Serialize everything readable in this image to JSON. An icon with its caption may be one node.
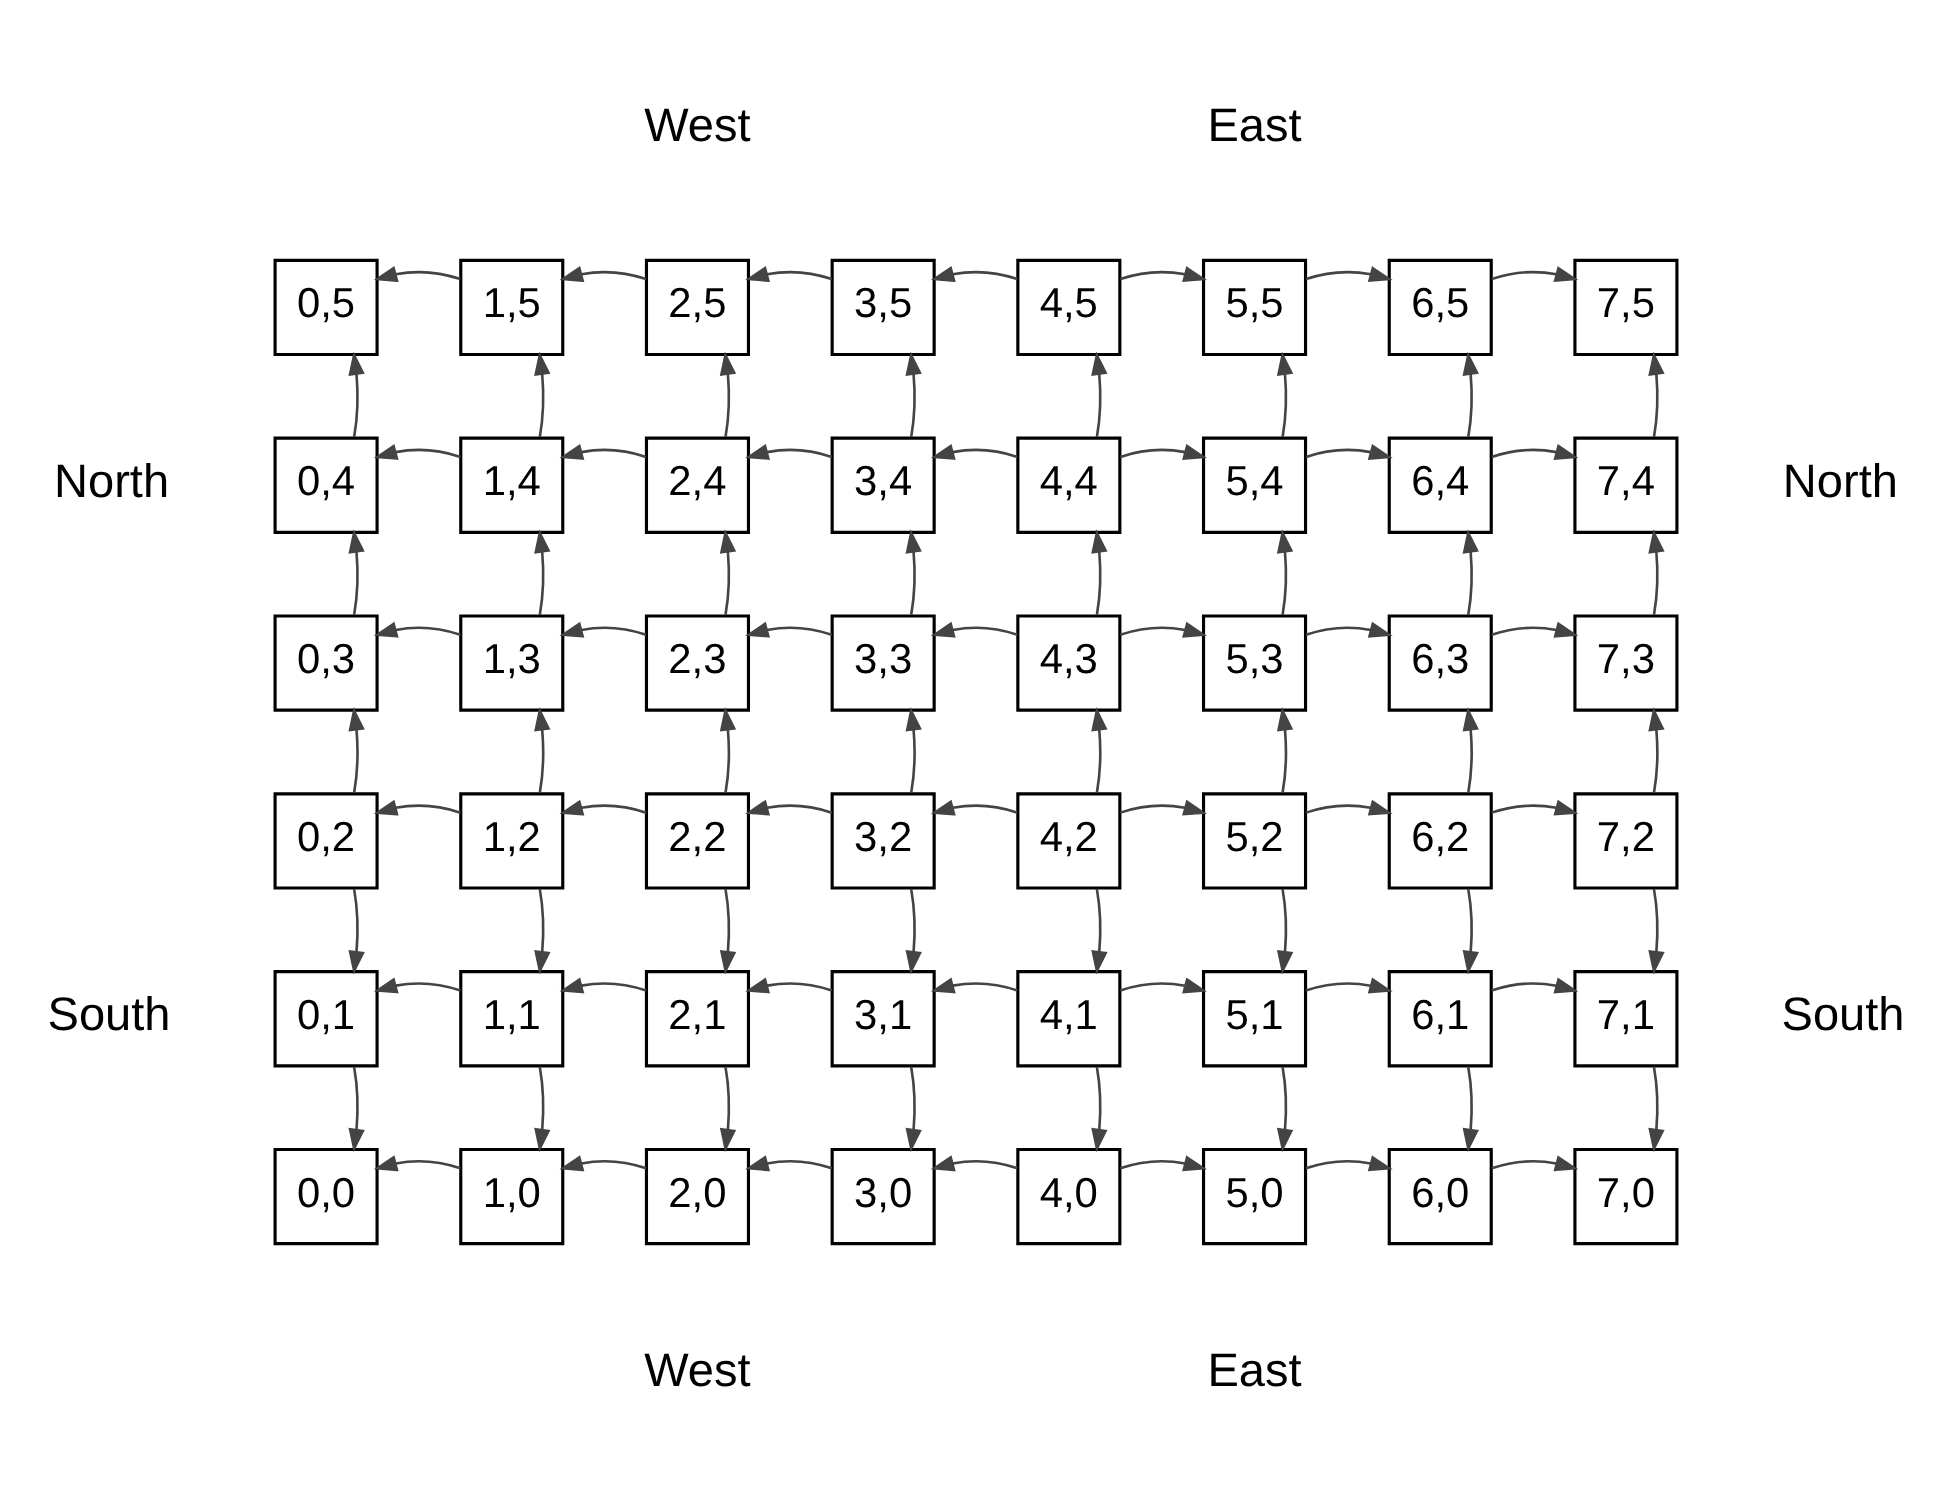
{
  "diagram": {
    "nodes": [
      {
        "text": [
          "0,5"
        ]
      },
      {
        "text": [
          "1,5"
        ]
      },
      {
        "text": [
          "2,5"
        ]
      },
      {
        "text": [
          "3,5"
        ]
      },
      {
        "text": [
          "4,5"
        ]
      },
      {
        "text": [
          "5,5"
        ]
      },
      {
        "text": [
          "6,5"
        ]
      },
      {
        "text": [
          "7,5"
        ]
      },
      {
        "text": [
          "0,4"
        ]
      },
      {
        "text": [
          "1,4"
        ]
      },
      {
        "text": [
          "2,4"
        ]
      },
      {
        "text": [
          "3,4"
        ]
      },
      {
        "text": [
          "4,4"
        ]
      },
      {
        "text": [
          "5,4"
        ]
      },
      {
        "text": [
          "6,4"
        ]
      },
      {
        "text": [
          "7,4"
        ]
      },
      {
        "text": [
          "0,3"
        ]
      },
      {
        "text": [
          "1,3"
        ]
      },
      {
        "text": [
          "2,3"
        ]
      },
      {
        "text": [
          "3,3"
        ]
      },
      {
        "text": [
          "4,3"
        ]
      },
      {
        "text": [
          "5,3"
        ]
      },
      {
        "text": [
          "6,3"
        ]
      },
      {
        "text": [
          "7,3"
        ]
      },
      {
        "text": [
          "0,2"
        ]
      },
      {
        "text": [
          "1,2"
        ]
      },
      {
        "text": [
          "2,2"
        ]
      },
      {
        "text": [
          "3,2"
        ]
      },
      {
        "text": [
          "4,2"
        ]
      },
      {
        "text": [
          "5,2"
        ]
      },
      {
        "text": [
          "6,2"
        ]
      },
      {
        "text": [
          "7,2"
        ]
      },
      {
        "text": [
          "0,1"
        ]
      },
      {
        "text": [
          "1,1"
        ]
      },
      {
        "text": [
          "2,1"
        ]
      },
      {
        "text": [
          "3,1"
        ]
      },
      {
        "text": [
          "4,1"
        ]
      },
      {
        "text": [
          "5,1"
        ]
      },
      {
        "text": [
          "6,1"
        ]
      },
      {
        "text": [
          "7,1"
        ]
      },
      {
        "text": [
          "0,0"
        ]
      },
      {
        "text": [
          "1,0"
        ]
      },
      {
        "text": [
          "2,0"
        ]
      },
      {
        "text": [
          "3,0"
        ]
      },
      {
        "text": [
          "4,0"
        ]
      },
      {
        "text": [
          "5,0"
        ]
      },
      {
        "text": [
          "6,0"
        ]
      },
      {
        "text": [
          "7,0"
        ]
      }
    ],
    "edges": [
      {
        "from": 4,
        "to": 3,
        "arrow": "to"
      },
      {
        "from": 3,
        "to": 2,
        "arrow": "to"
      },
      {
        "from": 2,
        "to": 1,
        "arrow": "to"
      },
      {
        "from": 1,
        "to": 0,
        "arrow": "to"
      },
      {
        "from": 4,
        "to": 5,
        "arrow": "to"
      },
      {
        "from": 5,
        "to": 6,
        "arrow": "to"
      },
      {
        "from": 6,
        "to": 7,
        "arrow": "to"
      },
      {
        "from": 12,
        "to": 11,
        "arrow": "to"
      },
      {
        "from": 11,
        "to": 10,
        "arrow": "to"
      },
      {
        "from": 10,
        "to": 9,
        "arrow": "to"
      },
      {
        "from": 9,
        "to": 8,
        "arrow": "to"
      },
      {
        "from": 12,
        "to": 13,
        "arrow": "to"
      },
      {
        "from": 13,
        "to": 14,
        "arrow": "to"
      },
      {
        "from": 14,
        "to": 15,
        "arrow": "to"
      },
      {
        "from": 20,
        "to": 19,
        "arrow": "to"
      },
      {
        "from": 19,
        "to": 18,
        "arrow": "to"
      },
      {
        "from": 18,
        "to": 17,
        "arrow": "to"
      },
      {
        "from": 17,
        "to": 16,
        "arrow": "to"
      },
      {
        "from": 20,
        "to": 21,
        "arrow": "to"
      },
      {
        "from": 21,
        "to": 22,
        "arrow": "to"
      },
      {
        "from": 22,
        "to": 23,
        "arrow": "to"
      },
      {
        "from": 28,
        "to": 27,
        "arrow": "to"
      },
      {
        "from": 27,
        "to": 26,
        "arrow": "to"
      },
      {
        "from": 26,
        "to": 25,
        "arrow": "to"
      },
      {
        "from": 25,
        "to": 24,
        "arrow": "to"
      },
      {
        "from": 28,
        "to": 29,
        "arrow": "to"
      },
      {
        "from": 29,
        "to": 30,
        "arrow": "to"
      },
      {
        "from": 30,
        "to": 31,
        "arrow": "to"
      },
      {
        "from": 36,
        "to": 35,
        "arrow": "to"
      },
      {
        "from": 35,
        "to": 34,
        "arrow": "to"
      },
      {
        "from": 34,
        "to": 33,
        "arrow": "to"
      },
      {
        "from": 33,
        "to": 32,
        "arrow": "to"
      },
      {
        "from": 36,
        "to": 37,
        "arrow": "to"
      },
      {
        "from": 37,
        "to": 38,
        "arrow": "to"
      },
      {
        "from": 38,
        "to": 39,
        "arrow": "to"
      },
      {
        "from": 44,
        "to": 43,
        "arrow": "to"
      },
      {
        "from": 43,
        "to": 42,
        "arrow": "to"
      },
      {
        "from": 42,
        "to": 41,
        "arrow": "to"
      },
      {
        "from": 41,
        "to": 40,
        "arrow": "to"
      },
      {
        "from": 44,
        "to": 45,
        "arrow": "to"
      },
      {
        "from": 45,
        "to": 46,
        "arrow": "to"
      },
      {
        "from": 46,
        "to": 47,
        "arrow": "to"
      },
      {
        "from": 24,
        "to": 16,
        "arrow": "to"
      },
      {
        "from": 16,
        "to": 8,
        "arrow": "to"
      },
      {
        "from": 8,
        "to": 0,
        "arrow": "to"
      },
      {
        "from": 24,
        "to": 32,
        "arrow": "to"
      },
      {
        "from": 32,
        "to": 40,
        "arrow": "to"
      },
      {
        "from": 25,
        "to": 17,
        "arrow": "to"
      },
      {
        "from": 17,
        "to": 9,
        "arrow": "to"
      },
      {
        "from": 9,
        "to": 1,
        "arrow": "to"
      },
      {
        "from": 25,
        "to": 33,
        "arrow": "to"
      },
      {
        "from": 33,
        "to": 41,
        "arrow": "to"
      },
      {
        "from": 26,
        "to": 18,
        "arrow": "to"
      },
      {
        "from": 18,
        "to": 10,
        "arrow": "to"
      },
      {
        "from": 10,
        "to": 2,
        "arrow": "to"
      },
      {
        "from": 26,
        "to": 34,
        "arrow": "to"
      },
      {
        "from": 34,
        "to": 42,
        "arrow": "to"
      },
      {
        "from": 27,
        "to": 19,
        "arrow": "to"
      },
      {
        "from": 19,
        "to": 11,
        "arrow": "to"
      },
      {
        "from": 11,
        "to": 3,
        "arrow": "to"
      },
      {
        "from": 27,
        "to": 35,
        "arrow": "to"
      },
      {
        "from": 35,
        "to": 43,
        "arrow": "to"
      },
      {
        "from": 28,
        "to": 20,
        "arrow": "to"
      },
      {
        "from": 20,
        "to": 12,
        "arrow": "to"
      },
      {
        "from": 12,
        "to": 4,
        "arrow": "to"
      },
      {
        "from": 28,
        "to": 36,
        "arrow": "to"
      },
      {
        "from": 36,
        "to": 44,
        "arrow": "to"
      },
      {
        "from": 29,
        "to": 21,
        "arrow": "to"
      },
      {
        "from": 21,
        "to": 13,
        "arrow": "to"
      },
      {
        "from": 13,
        "to": 5,
        "arrow": "to"
      },
      {
        "from": 29,
        "to": 37,
        "arrow": "to"
      },
      {
        "from": 37,
        "to": 45,
        "arrow": "to"
      },
      {
        "from": 30,
        "to": 22,
        "arrow": "to"
      },
      {
        "from": 22,
        "to": 14,
        "arrow": "to"
      },
      {
        "from": 14,
        "to": 6,
        "arrow": "to"
      },
      {
        "from": 30,
        "to": 38,
        "arrow": "to"
      },
      {
        "from": 38,
        "to": 46,
        "arrow": "to"
      },
      {
        "from": 31,
        "to": 23,
        "arrow": "to"
      },
      {
        "from": 23,
        "to": 15,
        "arrow": "to"
      },
      {
        "from": 15,
        "to": 7,
        "arrow": "to"
      },
      {
        "from": 31,
        "to": 39,
        "arrow": "to"
      },
      {
        "from": 39,
        "to": 47,
        "arrow": "to"
      }
    ],
    "labels": [
      "West",
      "East",
      "North",
      "North",
      "South",
      "South",
      "West",
      "East"
    ]
  }
}
